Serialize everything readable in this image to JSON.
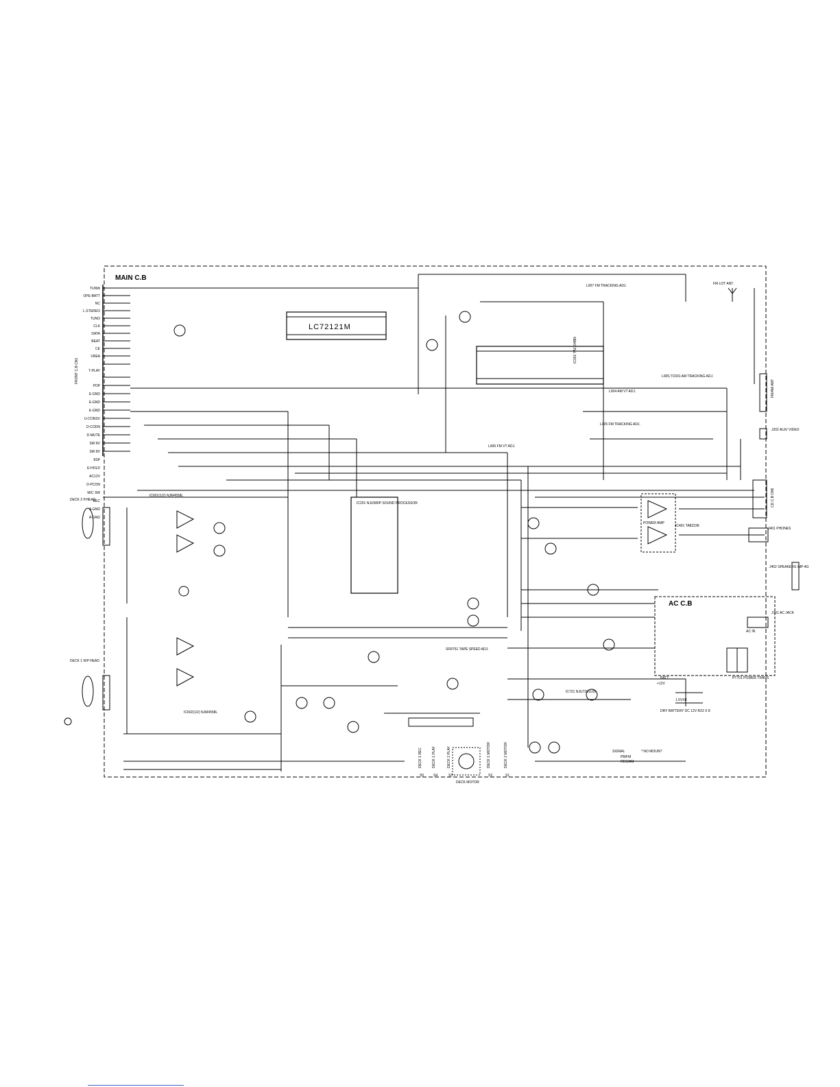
{
  "board": {
    "main_title": "MAIN C.B",
    "ac_title": "AC C.B",
    "fm_lot_ant": "FM LOT ANT.",
    "front_cb": "FRONT C.B CN1"
  },
  "front_connector_pins": [
    "TUNW",
    "OPE-BATT",
    "NC",
    "L-STEREO",
    "TUNO",
    "CLK",
    "DATA",
    "BEAT",
    "CE",
    "VREA",
    "",
    "T-PLAY",
    "",
    "POP",
    "E-GND",
    "E-GND",
    "E-GND",
    "U-CONSV",
    "D-CODN",
    "D-MUTE",
    "SW 8V",
    "SW 8V",
    "8SP",
    "E-HOLD",
    "AC12V",
    "D-PCON",
    "MIC SW",
    "REC",
    "A-GND",
    "A-GND"
  ],
  "ics": {
    "pll": "LC72121M",
    "tuner": "IC001 TA2104BN",
    "sound": "IC201 NJU580P SOUND PROCESSOR",
    "eq1": "IC601(1/2) NJM4558L",
    "eq2": "IC602(1/2) NJM4558L",
    "power": "IC401 TA8223K",
    "reg": "IC721 NJU7201L05",
    "power_amp": "POWER AMP"
  },
  "adjustments": {
    "l007": "L007 FM TRACKING ADJ.",
    "l006": "L006 FM VT ADJ.",
    "l005": "L005,TC001 AM TRACKING ADJ.",
    "l004": "L004 AM VT ADJ.",
    "l005b": "L005 FM TRACKING ADJ.",
    "sfr751": "SFR751 TAPE SPEED ADJ."
  },
  "jacks": {
    "aux": "J202 AUX/ VIDEO",
    "phones": "J401 PHONES",
    "speakers": "J402 SPEAKERS IMP:4Ω",
    "ac": "J701 AC JACK",
    "trans": "PT701 POWER TRANS",
    "battery": "BATT",
    "battery_note": "DRY BATTERY DC 12V R22 X 8",
    "ac_in": "AC IN",
    "deck2": "DECK 2 P.HEAD",
    "deck1": "DECK 1 R/P HEAD",
    "motor": "DECK MOTOR",
    "fm_am_ant": "FM/AM ANT",
    "cd": "CD C.B CN5"
  },
  "legend": {
    "signal": "SIGNAL",
    "pb_fm": "PB/FM",
    "rec_am": "REC/AM",
    "no_mount": "*:NO MOUNT"
  },
  "switches": [
    "S5",
    "S4",
    "S3",
    "S2",
    "S1"
  ],
  "switch_labels": [
    "DECK 1 REC",
    "DECK 1 PLAY",
    "DECK 2 PLAY",
    "DECK 1 MOTOR",
    "DECK 2 MOTOR"
  ],
  "voltages": {
    "v12": "+12V",
    "v5": "1.5VX8"
  }
}
